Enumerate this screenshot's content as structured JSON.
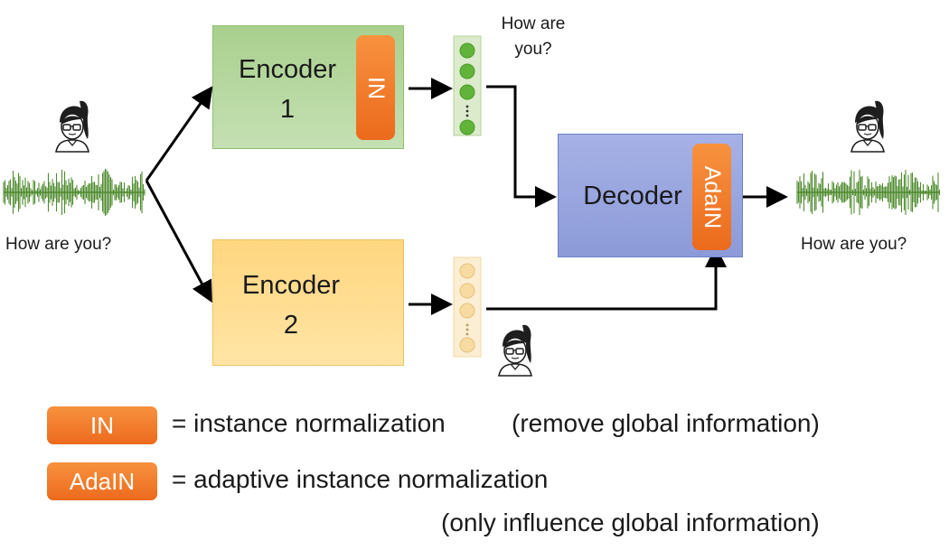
{
  "encoder1": {
    "line1": "Encoder",
    "line2": "1",
    "norm_label": "IN"
  },
  "encoder2": {
    "line1": "Encoder",
    "line2": "2"
  },
  "decoder": {
    "label": "Decoder",
    "norm_label": "AdaIN"
  },
  "input_caption": "How are you?",
  "content_caption_line1": "How are",
  "content_caption_line2": "you?",
  "output_caption": "How are you?",
  "legend": {
    "in_badge": "IN",
    "in_text": "= instance normalization",
    "in_note": "(remove global information)",
    "adain_badge": "AdaIN",
    "adain_text": "= adaptive instance normalization",
    "adain_note": "(only influence global information)"
  },
  "colors": {
    "encoder1": "#a9d08e",
    "encoder2": "#ffd67f",
    "decoder": "#8c9ad8",
    "norm_badge": "#ed7d31",
    "waveform": "#4e8a2e"
  },
  "icons": [
    "speaker-icon",
    "waveform-icon"
  ]
}
